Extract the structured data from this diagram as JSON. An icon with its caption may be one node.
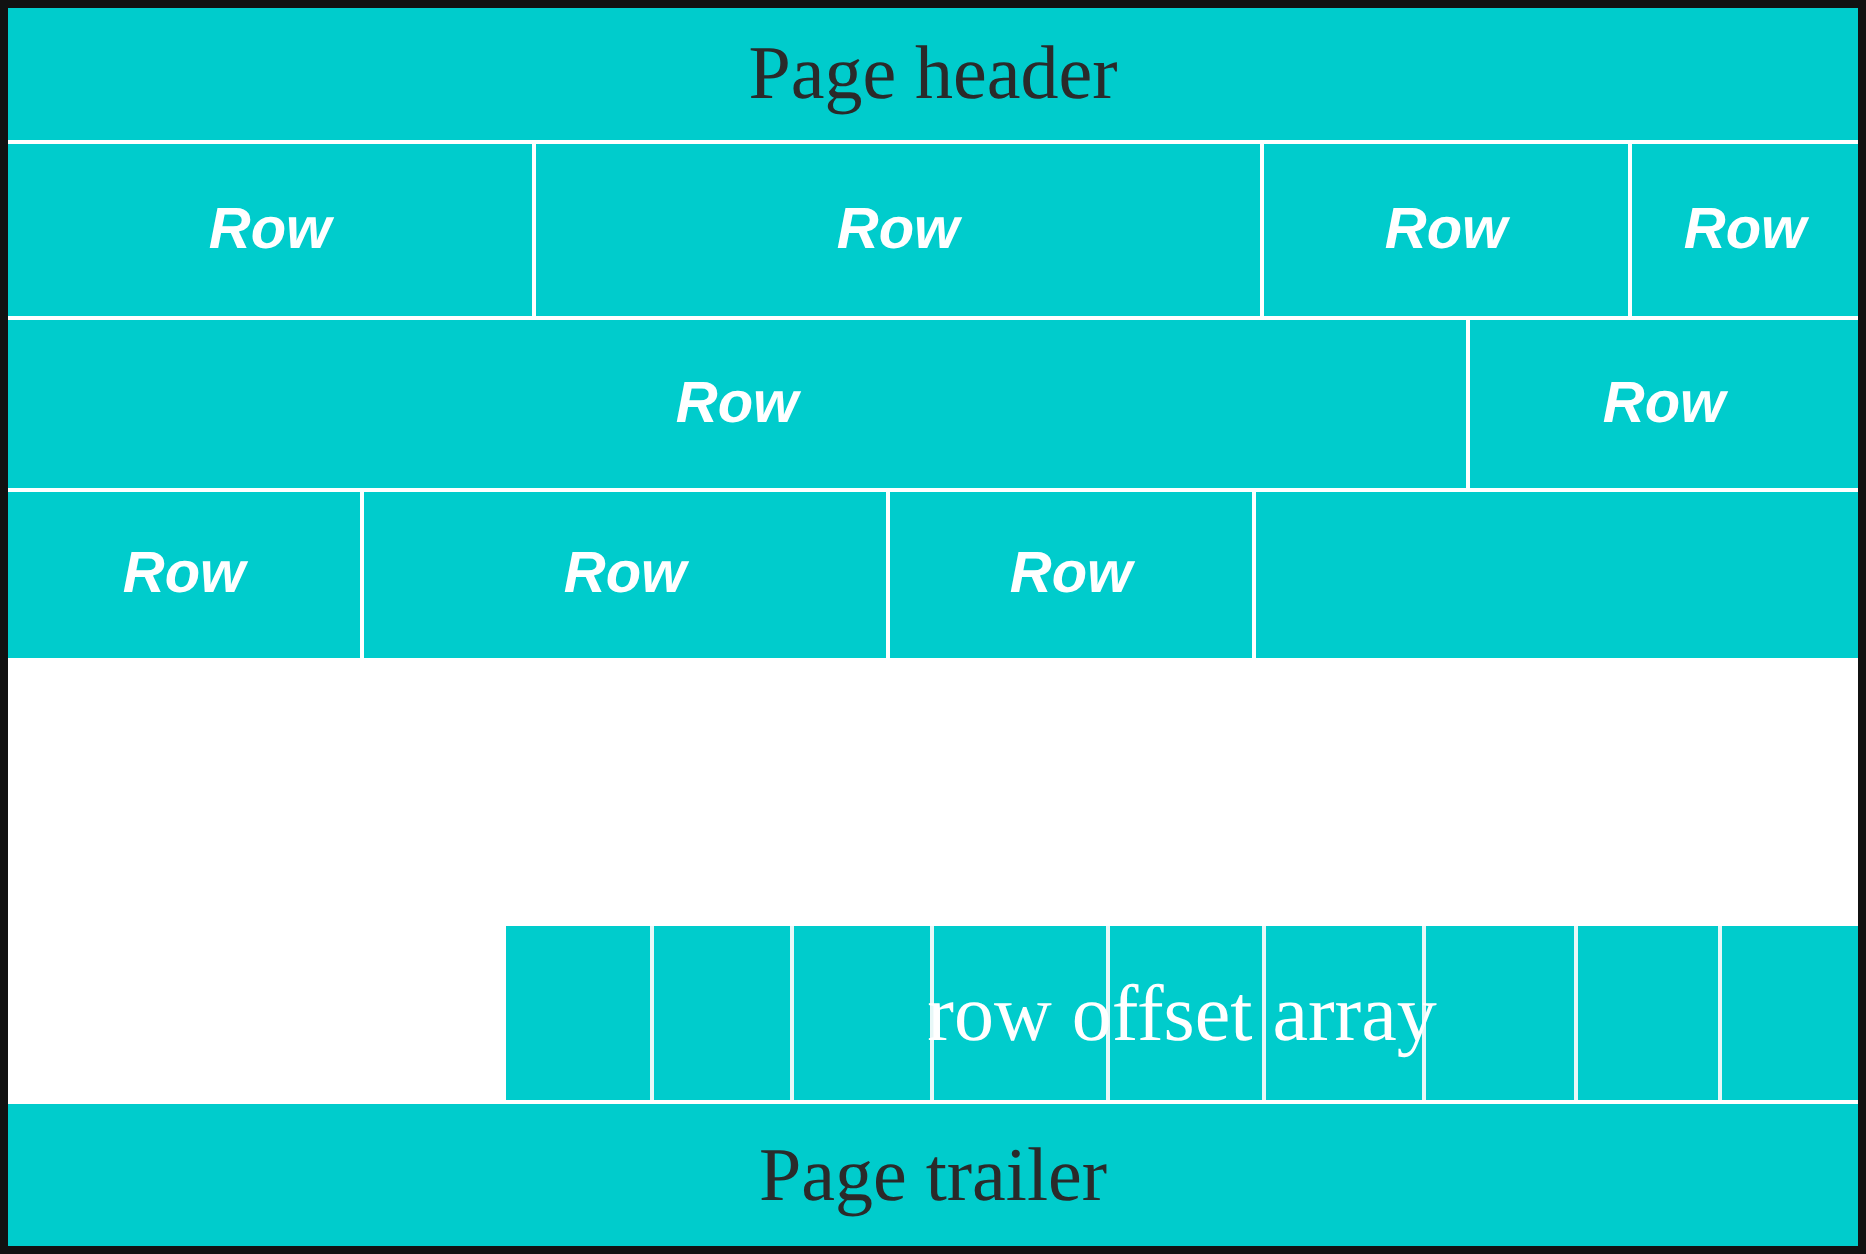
{
  "diagram": {
    "nodes": [
      {
        "text": [
          "Page header"
        ]
      },
      {
        "text": [
          "Row"
        ]
      },
      {
        "text": [
          "Row"
        ]
      },
      {
        "text": [
          "Row"
        ]
      },
      {
        "text": [
          "Row"
        ]
      },
      {
        "text": [
          "Row"
        ]
      },
      {
        "text": [
          "Row"
        ]
      },
      {
        "text": [
          "Row"
        ]
      },
      {
        "text": [
          "Row"
        ]
      },
      {
        "text": [
          "Row"
        ]
      },
      {
        "text": [],
        "shape": "box"
      },
      {
        "text": [
          "row offset array"
        ]
      },
      {
        "text": [
          "Page trailer"
        ]
      }
    ]
  }
}
